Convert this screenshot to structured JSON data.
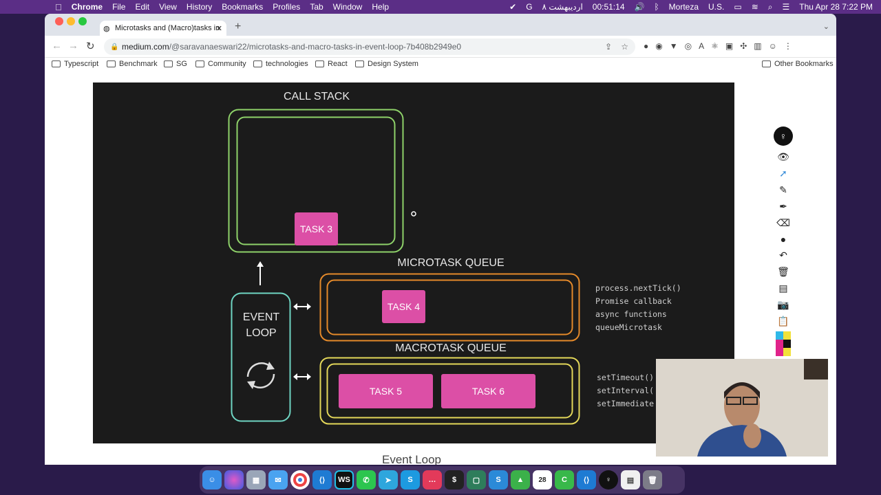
{
  "menubar": {
    "items": [
      "Chrome",
      "File",
      "Edit",
      "View",
      "History",
      "Bookmarks",
      "Profiles",
      "Tab",
      "Window",
      "Help"
    ],
    "calendar_persian": "۸ اردیبهشت",
    "timer": "00:51:14",
    "user": "Morteza",
    "input_source": "U.S.",
    "datetime": "Thu Apr 28  7:22 PM"
  },
  "browser": {
    "tab_title": "Microtasks and (Macro)tasks in",
    "url_domain": "medium.com",
    "url_path": "/@saravanaeswari22/microtasks-and-macro-tasks-in-event-loop-7b408b2949e0",
    "bookmarks": [
      "Typescript",
      "Benchmark",
      "SG",
      "Community",
      "technologies",
      "React",
      "Design System"
    ],
    "other_bookmarks": "Other Bookmarks"
  },
  "diagram": {
    "call_stack_title": "CALL STACK",
    "microtask_title": "MICROTASK QUEUE",
    "macrotask_title": "MACROTASK QUEUE",
    "event_loop_line1": "EVENT",
    "event_loop_line2": "LOOP",
    "task3": "TASK 3",
    "task4": "TASK 4",
    "task5": "TASK 5",
    "task6": "TASK 6",
    "micro_apis": [
      "process.nextTick()",
      "Promise callback",
      "async functions",
      "queueMicrotask"
    ],
    "macro_apis": [
      "setTimeout()",
      "setInterval(",
      "setImmediate"
    ],
    "colors": {
      "call_stack": "#8fd36a",
      "microtask": "#e58a2a",
      "macrotask": "#e4d85a",
      "event_loop": "#6fd6c3",
      "task": "#dc4fa6"
    }
  },
  "page": {
    "caption": "Event Loop"
  },
  "dock": {
    "calendar_day": "28"
  }
}
